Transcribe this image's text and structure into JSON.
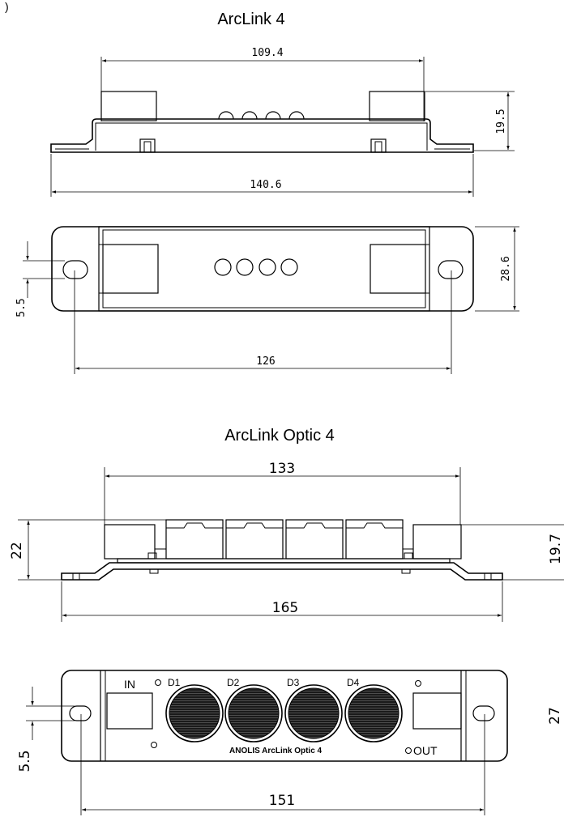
{
  "arclink4": {
    "title": "ArcLink 4",
    "dims": {
      "overall_top": "109.4",
      "height": "19.5",
      "overall_bottom": "140.6",
      "hole": "5.5",
      "width": "28.6",
      "pitch": "126"
    }
  },
  "arclink_optic4": {
    "title": "ArcLink  Optic 4",
    "dims": {
      "overall_top": "133",
      "height_left": "22",
      "height_right": "19.7",
      "overall_bottom": "165",
      "hole": "5.5",
      "width": "27",
      "pitch": "151"
    },
    "labels": {
      "in": "IN",
      "out": "OUT",
      "d1": "D1",
      "d2": "D2",
      "d3": "D3",
      "d4": "D4",
      "brand": "ANOLIS ArcLink Optic 4"
    }
  },
  "top_fragment": ")"
}
